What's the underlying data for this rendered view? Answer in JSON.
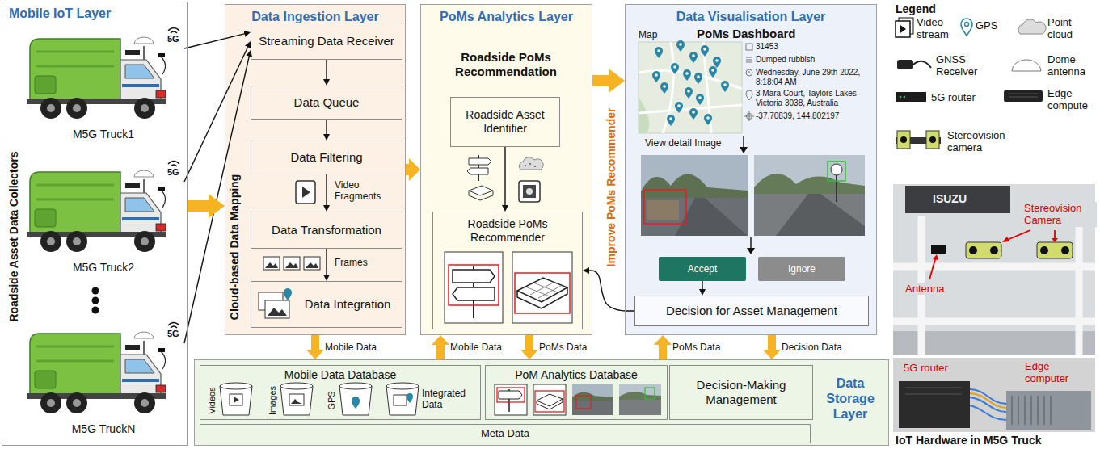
{
  "diagram": {
    "nodes": [
      {
        "text": [
          "Mobile IoT Layer",
          "Roadside Asset Data Collectors"
        ]
      },
      {
        "text": [
          "M5G Truck1"
        ],
        "in": 0
      },
      {
        "text": [
          "M5G Truck2"
        ],
        "in": 0
      },
      {
        "text": [
          "M5G TruckN"
        ],
        "in": 0
      },
      {
        "text": [
          "Data Ingestion Layer",
          "Cloud-based Data Mapping"
        ]
      },
      {
        "text": [
          "Streaming Data Receiver"
        ],
        "in": 4
      },
      {
        "text": [
          "Data Queue"
        ],
        "in": 4
      },
      {
        "text": [
          "Data Filtering"
        ],
        "in": 4
      },
      {
        "text": [
          "Data Transformation"
        ],
        "in": 4
      },
      {
        "text": [
          "Data Integration"
        ],
        "in": 4
      },
      {
        "text": [
          "PoMs Analytics Layer",
          "Roadside PoMs Recommendation"
        ]
      },
      {
        "text": [
          "Roadside Asset Identifier"
        ],
        "in": 10
      },
      {
        "text": [
          "Roadside PoMs Recommender"
        ],
        "in": 10
      },
      {
        "text": [
          "Data Visualisation Layer",
          "PoMs Dashboard"
        ]
      },
      {
        "text": [
          "Accept"
        ],
        "in": 13
      },
      {
        "text": [
          "Ignore"
        ],
        "in": 13
      },
      {
        "text": [
          "Decision for Asset Management"
        ],
        "in": 13
      },
      {
        "text": [
          "Data Storage Layer"
        ]
      },
      {
        "text": [
          "Mobile Data Database"
        ],
        "in": 17
      },
      {
        "text": [
          "PoM Analytics Database"
        ],
        "in": 17
      },
      {
        "text": [
          "Decision-Making Management"
        ],
        "in": 17
      },
      {
        "text": [
          "Meta Data"
        ],
        "in": 17
      }
    ],
    "edges": [
      {
        "from": 1,
        "to": 5,
        "arrow": "to"
      },
      {
        "from": 2,
        "to": 5,
        "arrow": "to"
      },
      {
        "from": 3,
        "to": 5,
        "arrow": "to"
      },
      {
        "from": 0,
        "to": 4,
        "arrow": "to"
      },
      {
        "from": 5,
        "to": 6,
        "arrow": "to"
      },
      {
        "from": 6,
        "to": 7,
        "arrow": "to"
      },
      {
        "from": 7,
        "to": 8,
        "arrow": "to",
        "label": "Video Fragments"
      },
      {
        "from": 8,
        "to": 9,
        "arrow": "to",
        "label": "Frames"
      },
      {
        "from": 4,
        "to": 10,
        "arrow": "to"
      },
      {
        "from": 11,
        "to": 12,
        "arrow": "to"
      },
      {
        "from": 10,
        "to": 13,
        "arrow": "to"
      },
      {
        "from": 14,
        "to": 16,
        "arrow": "to"
      },
      {
        "from": 16,
        "to": 12,
        "arrow": "to"
      },
      {
        "from": 4,
        "to": 17,
        "arrow": "to",
        "label": "Mobile Data"
      },
      {
        "from": 17,
        "to": 10,
        "arrow": "to",
        "label": "Mobile Data"
      },
      {
        "from": 10,
        "to": 17,
        "arrow": "to",
        "label": "PoMs Data"
      },
      {
        "from": 17,
        "to": 13,
        "arrow": "to",
        "label": "PoMs Data"
      },
      {
        "from": 13,
        "to": 17,
        "arrow": "to",
        "label": "Decision Data"
      }
    ],
    "labels": [
      "5G",
      "5G",
      "5G",
      "Map",
      "31453",
      "Dumped rubbish",
      "Wednesday, June 29th 2022, 8:18:04 AM",
      "3 Mara Court, Taylors Lakes Victoria 3038, Australia",
      "-37.70839, 144.802197",
      "View detail Image",
      "Improve PoMs Recommender",
      "Videos",
      "Images",
      "GPS",
      "Integrated Data",
      "Legend",
      "ISUZU",
      "Stereovision Camera",
      "Antenna",
      "5G router",
      "Edge computer",
      "IoT Hardware in M5G Truck"
    ],
    "legend": [
      {
        "text": "Video stream"
      },
      {
        "text": "GPS"
      },
      {
        "text": "Point cloud"
      },
      {
        "text": "GNSS Receiver"
      },
      {
        "text": "Dome antenna"
      },
      {
        "text": "5G router"
      },
      {
        "text": "Edge compute"
      },
      {
        "text": "Stereovision camera"
      }
    ]
  }
}
